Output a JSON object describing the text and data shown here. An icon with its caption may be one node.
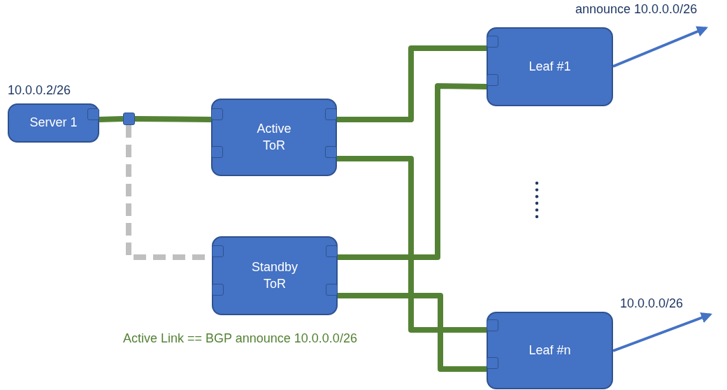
{
  "diagram": {
    "nodes": [
      {
        "text": [
          "Server 1"
        ],
        "beside": [
          "10.0.0.2/26"
        ]
      },
      {
        "text": [],
        "shape": "box"
      },
      {
        "text": [
          "Active ToR"
        ]
      },
      {
        "text": [
          "Standby ToR"
        ]
      },
      {
        "text": [
          "Leaf #1"
        ]
      },
      {
        "text": [
          "Leaf #n"
        ]
      }
    ],
    "edges": [
      {
        "from": 0,
        "to": 1,
        "arrow": "none"
      },
      {
        "from": 1,
        "to": 2,
        "arrow": "none"
      },
      {
        "from": 1,
        "to": 3,
        "arrow": "none",
        "style": "dashed",
        "color": "#bfbfbf"
      },
      {
        "from": 2,
        "to": 4,
        "arrow": "none"
      },
      {
        "from": 2,
        "to": 5,
        "arrow": "none"
      },
      {
        "from": 3,
        "to": 4,
        "arrow": "none"
      },
      {
        "from": 3,
        "to": 5,
        "arrow": "none"
      },
      {
        "from": 4,
        "to": null,
        "arrow": "to",
        "label": "announce 10.0.0.0/26",
        "color": "#4472c4"
      },
      {
        "from": 5,
        "to": null,
        "arrow": "to",
        "label": "10.0.0.0/26",
        "color": "#4472c4"
      }
    ],
    "labels": [
      "Active Link == BGP announce 10.0.0.0/26"
    ]
  }
}
